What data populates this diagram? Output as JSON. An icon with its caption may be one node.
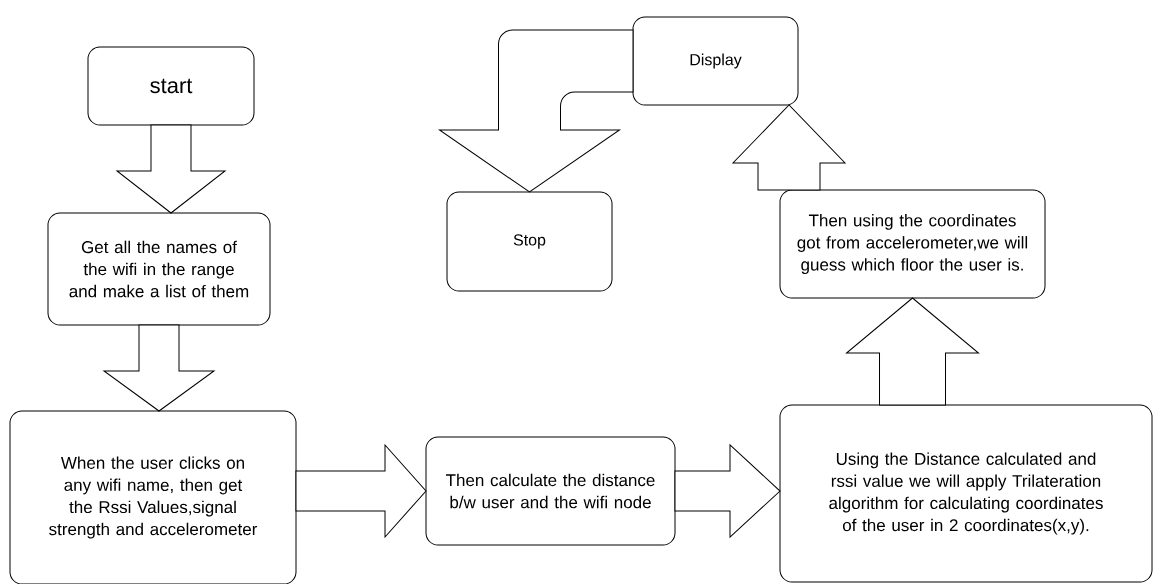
{
  "diagram": {
    "nodes": [
      {
        "text": [
          "start"
        ]
      },
      {
        "text": [
          "Get all the names of the wifi in the range and make a list of them"
        ]
      },
      {
        "text": [
          "When the user clicks on any wifi name, then get the Rssi Values,signal strength and accelerometer"
        ]
      },
      {
        "text": [
          "Then calculate the distance b/w  user and the wifi node"
        ]
      },
      {
        "text": [
          "Using the Distance calculated and rssi value we will apply Trilateration algorithm for calculating coordinates of the user in 2 coordinates(x,y)."
        ]
      },
      {
        "text": [
          "Then using the coordinates got from accelerometer,we will guess which floor the user is."
        ]
      },
      {
        "text": [
          "Display"
        ]
      },
      {
        "text": [
          "Stop"
        ]
      }
    ],
    "edges": [
      {
        "from": 0,
        "to": 1,
        "arrow": "to"
      },
      {
        "from": 1,
        "to": 2,
        "arrow": "to"
      },
      {
        "from": 2,
        "to": 3,
        "arrow": "to"
      },
      {
        "from": 3,
        "to": 4,
        "arrow": "to"
      },
      {
        "from": 4,
        "to": 5,
        "arrow": "to"
      },
      {
        "from": 5,
        "to": 6,
        "arrow": "to"
      },
      {
        "from": 6,
        "to": 7,
        "arrow": "to"
      }
    ]
  }
}
